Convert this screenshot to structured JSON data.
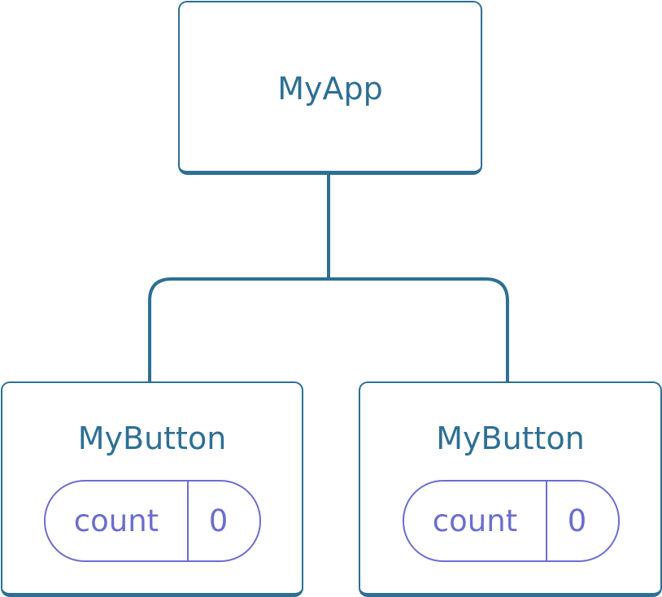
{
  "colors": {
    "component_stroke": "#2e6f94",
    "component_text": "#2e6f94",
    "state_stroke": "#6b6dce",
    "state_text": "#6b6dce",
    "background": "#ffffff"
  },
  "tree": {
    "root": {
      "label": "MyApp"
    },
    "children": [
      {
        "label": "MyButton",
        "state": {
          "name": "count",
          "value": "0"
        }
      },
      {
        "label": "MyButton",
        "state": {
          "name": "count",
          "value": "0"
        }
      }
    ]
  }
}
